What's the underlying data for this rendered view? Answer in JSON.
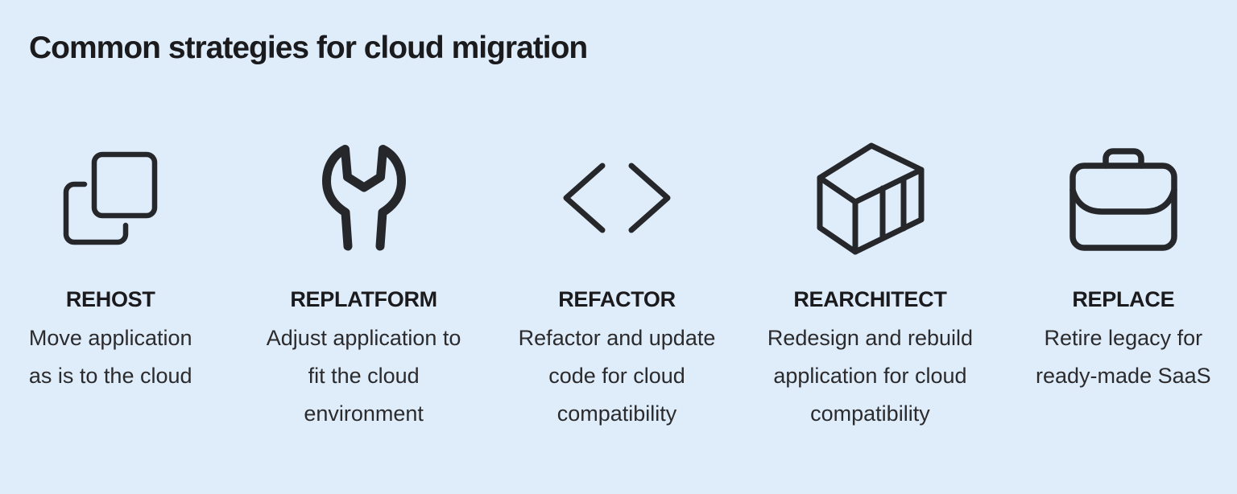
{
  "title": "Common strategies for cloud migration",
  "colors": {
    "background": "#dfecfa",
    "icon_stroke": "#25272a",
    "heading_text": "#1b1b1d",
    "body_text": "#2b2b2d"
  },
  "strategies": [
    {
      "icon": "copy-icon",
      "name": "REHOST",
      "description": "Move application\nas is to the cloud"
    },
    {
      "icon": "wrench-icon",
      "name": "REPLATFORM",
      "description": "Adjust application to\nfit the cloud\nenvironment"
    },
    {
      "icon": "code-icon",
      "name": "REFACTOR",
      "description": "Refactor and update\ncode for cloud\ncompatibility"
    },
    {
      "icon": "cube-icon",
      "name": "REARCHITECT",
      "description": "Redesign and rebuild\napplication for cloud\ncompatibility"
    },
    {
      "icon": "briefcase-icon",
      "name": "REPLACE",
      "description": "Retire legacy for\nready-made SaaS"
    }
  ]
}
